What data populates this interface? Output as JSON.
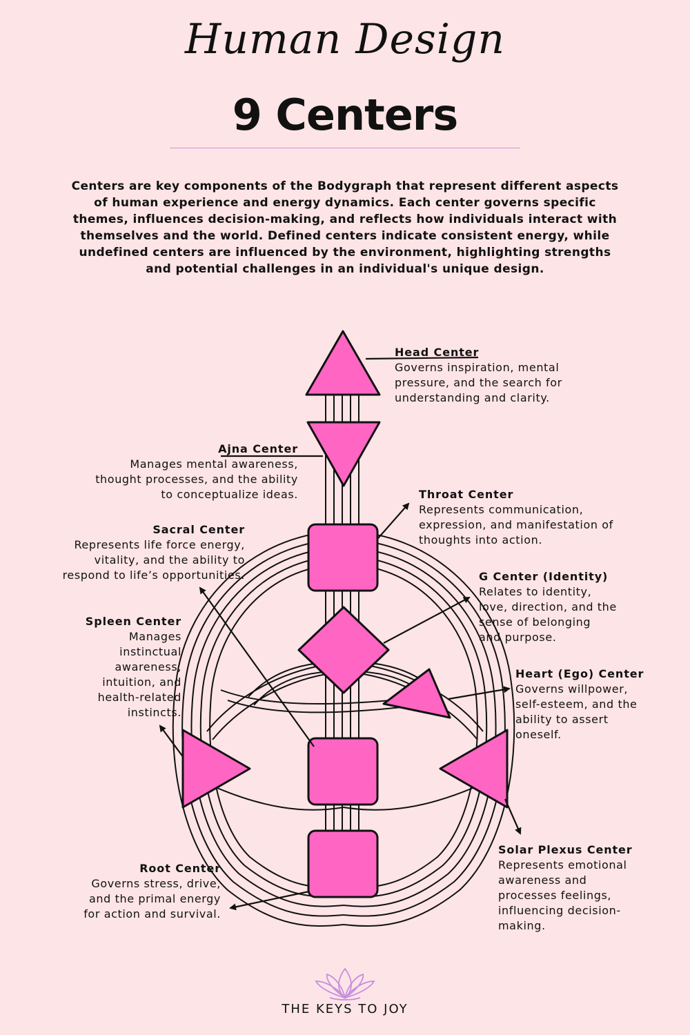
{
  "header": {
    "script_title": "Human Design",
    "title": "9 Centers"
  },
  "intro": "Centers are key components of the Bodygraph that represent different aspects of human experience and energy dynamics. Each center governs specific themes, influences decision-making, and reflects how individuals interact with themselves and the world. Defined centers indicate consistent energy, while undefined centers are influenced by the environment, highlighting strengths and potential challenges in an individual's unique design.",
  "centers": {
    "head": {
      "title": "Head Center",
      "desc": "Governs inspiration, mental\npressure, and the search for\nunderstanding and clarity."
    },
    "ajna": {
      "title": "Ajna Center",
      "desc": "Manages mental awareness,\nthought processes, and the ability\nto conceptualize ideas."
    },
    "throat": {
      "title": "Throat Center",
      "desc": "Represents communication,\nexpression, and manifestation of\nthoughts into action."
    },
    "sacral": {
      "title": "Sacral Center",
      "desc": "Represents life force energy,\nvitality, and the ability to\nrespond to life’s opportunities."
    },
    "g": {
      "title": "G Center (Identity)",
      "desc": "Relates to identity,\nlove, direction, and the\nsense of belonging\nand purpose."
    },
    "spleen": {
      "title": "Spleen Center",
      "desc": "Manages\ninstinctual\nawareness,\nintuition, and\nhealth-related\ninstincts."
    },
    "heart": {
      "title": "Heart (Ego) Center",
      "desc": "Governs willpower,\nself-esteem, and the\nability to assert\noneself."
    },
    "solar": {
      "title": "Solar Plexus Center",
      "desc": "Represents emotional\nawareness and\nprocesses feelings,\ninfluencing decision-\nmaking."
    },
    "root": {
      "title": "Root Center",
      "desc": "Governs stress, drive,\nand the primal energy\nfor action and survival."
    }
  },
  "footer": {
    "brand": "THE KEYS TO JOY"
  },
  "colors": {
    "background": "#fde4e6",
    "center_fill": "#ff66c4",
    "accent_rule": "#d58fd8",
    "logo": "#c58ee0"
  }
}
